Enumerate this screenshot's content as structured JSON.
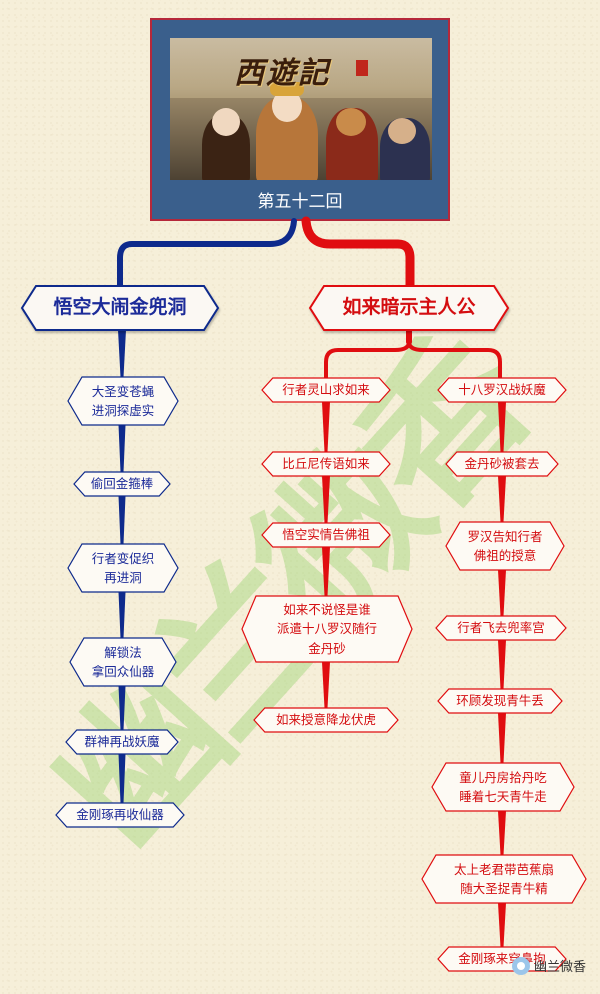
{
  "header": {
    "poster_title": "西遊記",
    "chapter": "第五十二回",
    "poster_alt": "西游记剧照"
  },
  "left": {
    "title": "悟空大闹金兜洞",
    "items": [
      {
        "lines": [
          "大圣变苍蝇",
          "进洞探虚实"
        ]
      },
      {
        "lines": [
          "偷回金箍棒"
        ]
      },
      {
        "lines": [
          "行者变促织",
          "再进洞"
        ]
      },
      {
        "lines": [
          "解锁法",
          "拿回众仙器"
        ]
      },
      {
        "lines": [
          "群神再战妖魔"
        ]
      },
      {
        "lines": [
          "金刚琢再收仙器"
        ]
      }
    ]
  },
  "right": {
    "title": "如来暗示主人公",
    "col_a": [
      {
        "lines": [
          "行者灵山求如来"
        ]
      },
      {
        "lines": [
          "比丘尼传语如来"
        ]
      },
      {
        "lines": [
          "悟空实情告佛祖"
        ]
      },
      {
        "lines": [
          "如来不说怪是谁",
          "派遣十八罗汉随行",
          "金丹砂"
        ]
      },
      {
        "lines": [
          "如来授意降龙伏虎"
        ]
      }
    ],
    "col_b": [
      {
        "lines": [
          "十八罗汉战妖魔"
        ]
      },
      {
        "lines": [
          "金丹砂被套去"
        ]
      },
      {
        "lines": [
          "罗汉告知行者",
          "佛祖的授意"
        ]
      },
      {
        "lines": [
          "行者飞去兜率宫"
        ]
      },
      {
        "lines": [
          "环顾发现青牛丢"
        ]
      },
      {
        "lines": [
          "童儿丹房拾丹吃",
          "睡着七天青牛走"
        ]
      },
      {
        "lines": [
          "太上老君带芭蕉扇",
          "随大圣捉青牛精"
        ]
      },
      {
        "lines": [
          "金刚琢来穿鼻拘"
        ]
      }
    ]
  },
  "watermark": {
    "text": "幽兰微香"
  },
  "credit": {
    "text": "幽兰微香"
  },
  "colors": {
    "blue": "#0e2a8c",
    "red": "#e00d10",
    "header_bg": "#3a5f8c"
  }
}
